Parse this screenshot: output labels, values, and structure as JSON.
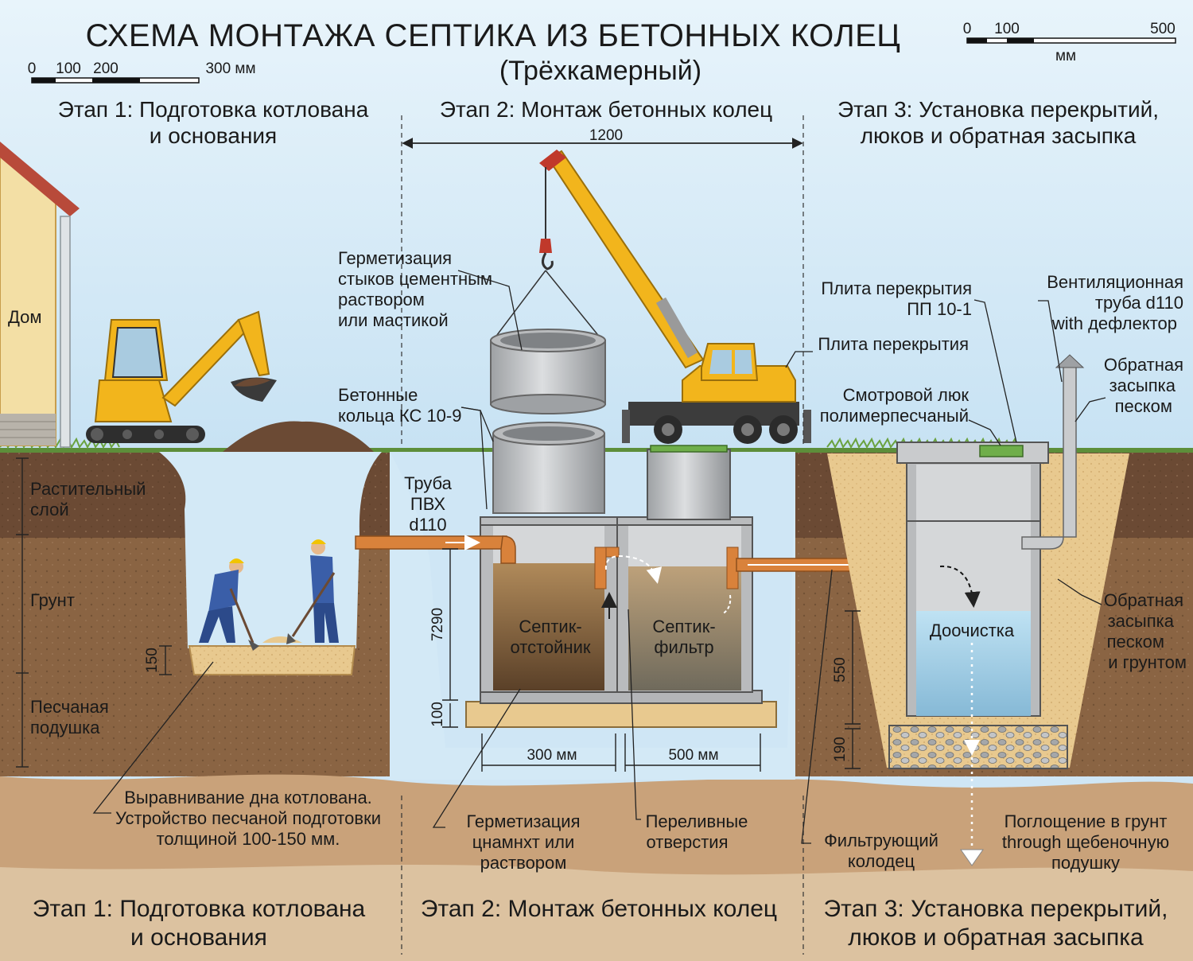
{
  "header": {
    "title": "СХЕМА МОНТАЖА СЕПТИКА ИЗ БЕТОННЫХ КОЛЕЦ",
    "subtitle": "(Трёхкамерный)"
  },
  "scale_left": {
    "ticks": [
      "0",
      "100",
      "200",
      "300 мм"
    ]
  },
  "scale_right": {
    "ticks": [
      "0",
      "100",
      "500"
    ],
    "unit": "мм"
  },
  "stages_top": {
    "stage1": [
      "Этап 1: Подготовка котлована",
      "и основания"
    ],
    "stage2": [
      "Этап 2: Монтаж бетонных колец"
    ],
    "stage3": [
      "Этап 3: Установка перекрытий,",
      "люков и обратная засыпка"
    ]
  },
  "dimensions": {
    "span_top": "1200",
    "tank_height": "7290",
    "base_thickness": "100",
    "pit_sand": "150",
    "chamber1_width": "300 мм",
    "chamber2_width": "500 мм",
    "well_height": "550",
    "gravel_height": "190"
  },
  "labels": {
    "house": "Дом",
    "layer_topsoil": [
      "Растительный",
      "слой"
    ],
    "layer_soil": [
      "Грунт"
    ],
    "layer_sand": [
      "Песчаная",
      "подушка"
    ],
    "sealing_top": [
      "Герметизация",
      "стыков цементным",
      "раствором",
      "или мастикой"
    ],
    "rings": [
      "Бетонные",
      "кольца КС 10-9"
    ],
    "pipe": [
      "Труба",
      "ПВХ",
      "d110"
    ],
    "chamber1": [
      "Септик-",
      "отстойник"
    ],
    "chamber2": [
      "Септик-",
      "фильтр"
    ],
    "chamber3": [
      "Доочистка"
    ],
    "slab_pp": [
      "Плита перекрытия",
      "ПП 10-1"
    ],
    "slab": [
      "Плита перекрытия"
    ],
    "hatch": [
      "Смотровой люк",
      "полимерпесчаный"
    ],
    "vent": [
      "Вентиляционная",
      "труба d110",
      "with дефлектор"
    ],
    "backfill_sand": [
      "Обратная",
      "засыпка",
      "песком"
    ],
    "backfill_mix": [
      "Обратная",
      "засыпка",
      "песком",
      "и грунтом"
    ],
    "leveling": [
      "Выравнивание дна котлована.",
      "Устройство песчаной подготовки",
      "толщиной 100-150 мм."
    ],
    "sealing_bottom": [
      "Герметизация",
      "цнамнхт или",
      "раствором"
    ],
    "overflow": [
      "Переливные",
      "отверстия"
    ],
    "filter_well": [
      "Фильтрующий",
      "колодец"
    ],
    "absorption": [
      "Поглощение в грунт",
      "through щебеночную",
      "подушку"
    ]
  },
  "stages_bottom": {
    "stage1": [
      "Этап 1: Подготовка котлована",
      "и основания"
    ],
    "stage2": [
      "Этап 2: Монтаж бетонных колец"
    ],
    "stage3": [
      "Этап 3: Установка перекрытий,",
      "люков и обратная засыпка"
    ]
  },
  "colors": {
    "sky": "#d3e9f6",
    "topsoil": "#6b4a34",
    "soil": "#8a6443",
    "deep_soil": "#b8926a",
    "sand": "#e8c98f",
    "concrete": "#c9cbcd",
    "pipe": "#d9823b",
    "crane": "#f2b51c",
    "water": "#9fd0ea"
  }
}
